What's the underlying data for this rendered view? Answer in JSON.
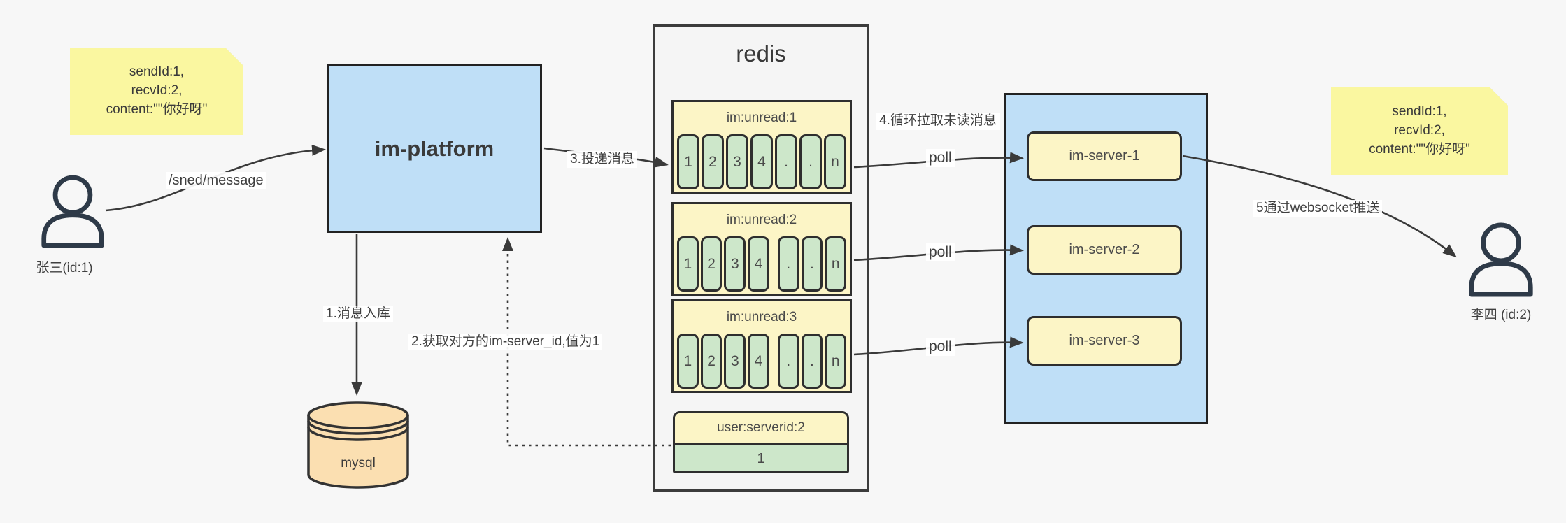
{
  "colors": {
    "canvas_bg": "#f7f7f7",
    "note_yellow": "#faf7a0",
    "note_fold": "#c6c6c6",
    "box_blue": "#bfdff7",
    "queue_yellow": "#fcf5c6",
    "cell_green": "#cde7ca",
    "db_orange": "#fbdfb1",
    "panel_gray": "#f5f5f5",
    "border_dark": "#2e2e2e",
    "arrow": "#3a3a3a",
    "text": "#3b3b3b",
    "person": "#2e3a48"
  },
  "notes": {
    "left": {
      "text": "sendId:1,\nrecvId:2,\ncontent:\"\"你好呀\""
    },
    "right": {
      "text": "sendId:1,\nrecvId:2,\ncontent:\"\"你好呀\""
    }
  },
  "actors": {
    "sender": {
      "label": "张三(id:1)"
    },
    "receiver": {
      "label": "李四 (id:2)"
    }
  },
  "platform": {
    "label": "im-platform"
  },
  "database": {
    "label": "mysql"
  },
  "redis": {
    "title": "redis",
    "queues": [
      {
        "title": "im:unread:1",
        "cells": [
          "1",
          "2",
          "3",
          "4",
          ".",
          ".",
          "n"
        ],
        "gap_after_4": false
      },
      {
        "title": "im:unread:2",
        "cells": [
          "1",
          "2",
          "3",
          "4",
          ".",
          ".",
          "n"
        ],
        "gap_after_4": true
      },
      {
        "title": "im:unread:3",
        "cells": [
          "1",
          "2",
          "3",
          "4",
          ".",
          ".",
          "n"
        ],
        "gap_after_4": true
      }
    ],
    "kv": {
      "title": "user:serverid:2",
      "value": "1"
    }
  },
  "servers": [
    {
      "label": "im-server-1"
    },
    {
      "label": "im-server-2"
    },
    {
      "label": "im-server-3"
    }
  ],
  "edge_labels": {
    "send": "/sned/message",
    "store": "1.消息入库",
    "fetch": "2.获取对方的im-server_id,值为1",
    "deliver": "3.投递消息",
    "poll_desc": "4.循环拉取未读消息",
    "poll": "poll",
    "push": "5通过websocket推送"
  }
}
